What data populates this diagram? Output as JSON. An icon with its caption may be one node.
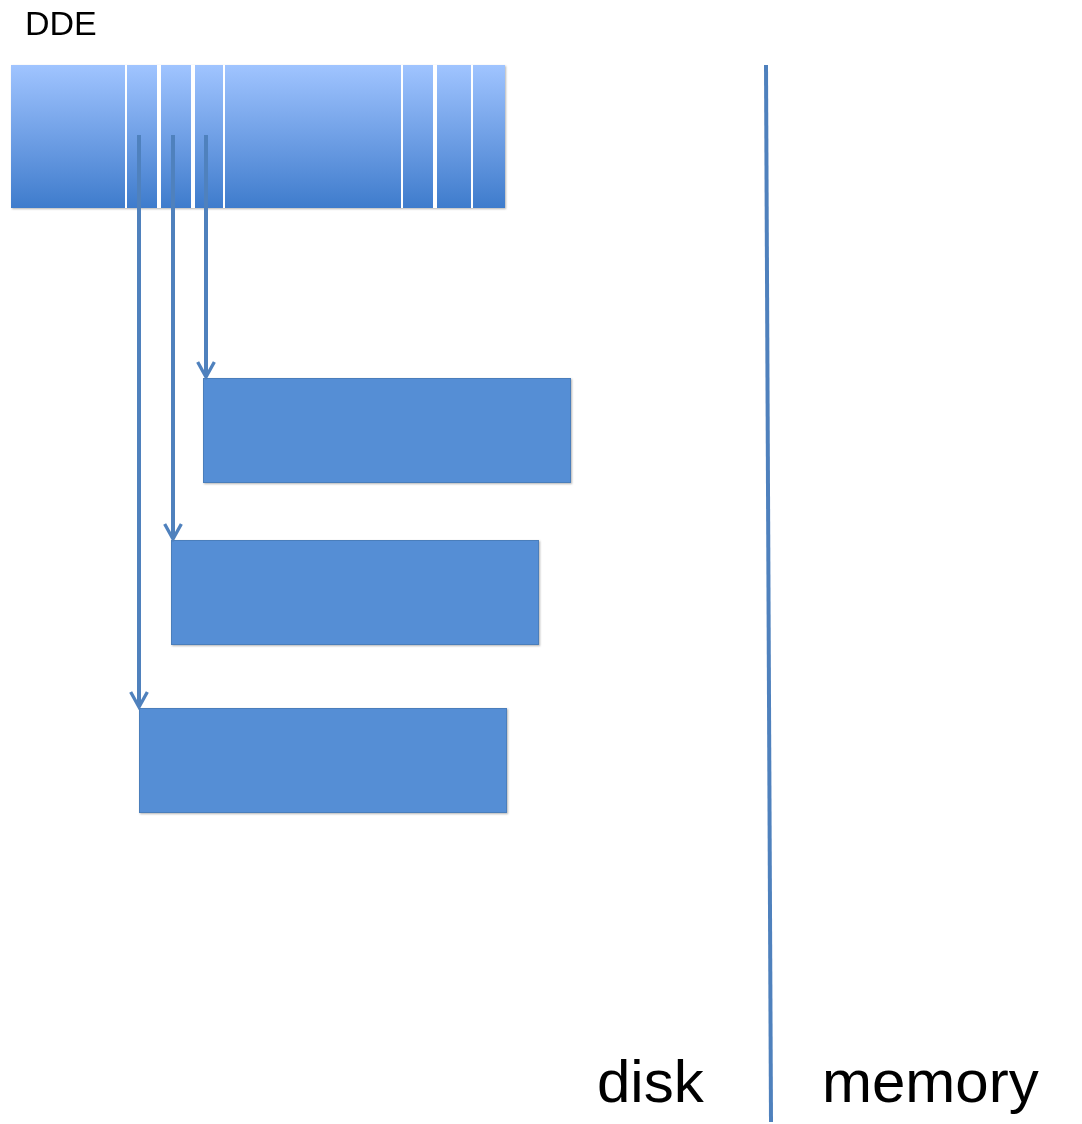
{
  "diagram": {
    "nodes": [
      {
        "text": [
          "DDE"
        ]
      },
      {
        "text": [],
        "shape": "box",
        "in": 0
      },
      {
        "text": [],
        "shape": "box",
        "in": 0
      },
      {
        "text": [],
        "shape": "box",
        "in": 0
      },
      {
        "text": [],
        "shape": "box",
        "in": 0
      },
      {
        "text": [],
        "shape": "box",
        "in": 0
      },
      {
        "text": [],
        "shape": "box"
      },
      {
        "text": [],
        "shape": "box"
      },
      {
        "text": [],
        "shape": "box"
      }
    ],
    "edges": [
      {
        "from": 3,
        "to": 6,
        "arrow": "to"
      },
      {
        "from": 2,
        "to": 7,
        "arrow": "to"
      },
      {
        "from": 1,
        "to": 8,
        "arrow": "to"
      }
    ],
    "labels": [
      "disk",
      "memory"
    ]
  }
}
